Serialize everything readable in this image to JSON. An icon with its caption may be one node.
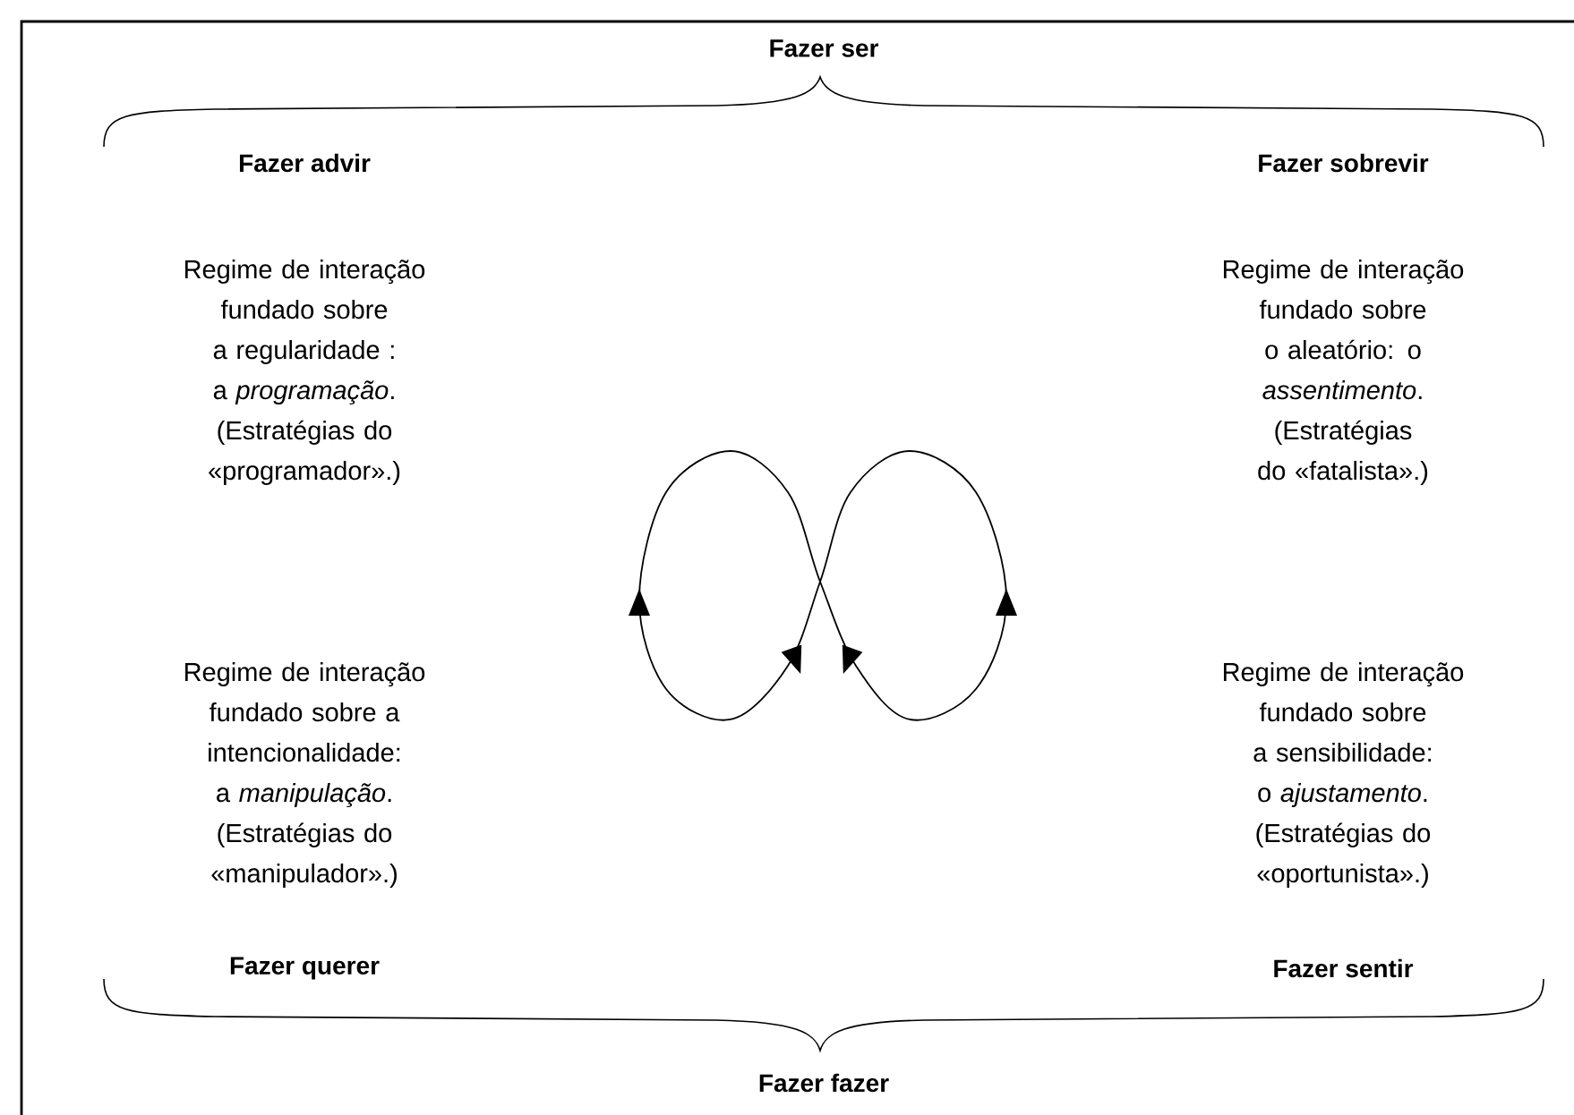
{
  "diagram": {
    "labels": [
      "Fazer ser",
      "Fazer advir",
      "Fazer sobrevir",
      "Regime de interação fundado sobre a regularidade : a *programação*. (Estratégias do «programador».)",
      "Regime de interação fundado sobre o aleatório: o *assentimento*. (Estratégias do «fatalista».)",
      "Regime de interação fundado sobre a intencionalidade: a *manipulação*. (Estratégias do «manipulador».)",
      "Regime de interação fundado sobre a sensibilidade: o *ajustamento*. (Estratégias do «oportunista».)",
      "Fazer querer",
      "Fazer sentir",
      "Fazer fazer"
    ]
  }
}
